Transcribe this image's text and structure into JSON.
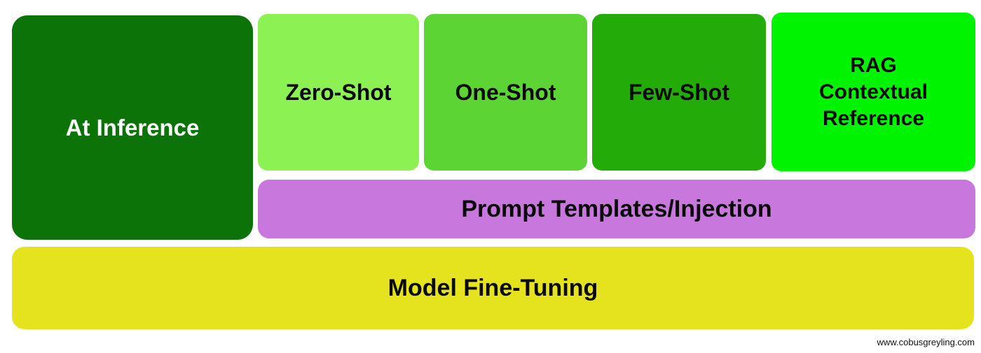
{
  "page": {
    "background_color": "#ffffff",
    "watermark": "www.cobusgreyling.com"
  },
  "diagram": {
    "blocks": {
      "at_inference": {
        "label": "At Inference",
        "bg": "#0b7307",
        "text_color": "#ffffff"
      },
      "zero_shot": {
        "label": "Zero-Shot",
        "bg": "#8cf153",
        "text_color": "#0a0a0a"
      },
      "one_shot": {
        "label": "One-Shot",
        "bg": "#5cd434",
        "text_color": "#0a0a0a"
      },
      "few_shot": {
        "label": "Few-Shot",
        "bg": "#23ac08",
        "text_color": "#0a0a0a"
      },
      "rag": {
        "lines": [
          "RAG",
          "Contextual",
          "Reference"
        ],
        "bg": "#00f300",
        "text_color": "#0a0a0a"
      },
      "prompt_templates": {
        "label": "Prompt Templates/Injection",
        "bg": "#c877dd",
        "text_color": "#0a0a0a"
      },
      "model_fine_tuning": {
        "label": "Model Fine-Tuning",
        "bg": "#e5e31d",
        "text_color": "#0a0a0a"
      }
    }
  }
}
